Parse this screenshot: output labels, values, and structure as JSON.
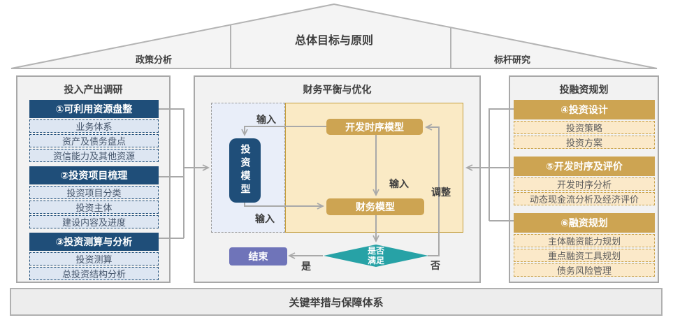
{
  "colors": {
    "dark_blue": "#1f4e79",
    "light_blue": "#dde6f2",
    "gold": "#cda452",
    "gold_border": "#c9a24a",
    "light_gold": "#fbe9c9",
    "cream": "#faeac5",
    "cream_border": "#c49d3c",
    "lavender": "#e9eef9",
    "lavender_border": "#9b9b9b",
    "teal": "#27a2a6",
    "purple": "#6f74b9",
    "gray_line": "#a9a9a9",
    "panel_fill": "#f2f2f2",
    "panel_border": "#a8a8a8",
    "roof_fill": "#f4f4f4",
    "roof_border": "#b3b3b3",
    "bar_fill": "#ededed",
    "bar_border": "#b0b0b0",
    "text_dark": "#3f3f3f"
  },
  "roof": {
    "title": "总体目标与原则",
    "left_label": "政策分析",
    "right_label": "标杆研究"
  },
  "left_panel": {
    "title": "投入产出调研",
    "groups": [
      {
        "header": "①可利用资源盘整",
        "items": [
          "业务体系",
          "资产及债务盘点",
          "资信能力及其他资源"
        ]
      },
      {
        "header": "②投资项目梳理",
        "items": [
          "投资项目分类",
          "投资主体",
          "建设内容及进度"
        ]
      },
      {
        "header": "③投资测算与分析",
        "items": [
          "投资测算",
          "总投资结构分析"
        ]
      }
    ]
  },
  "center_panel": {
    "title": "财务平衡与优化",
    "investment_model": "投资模型",
    "dev_model": "开发时序模型",
    "finance_model": "财务模型",
    "decision": "是否满足",
    "end_label": "结束",
    "labels": {
      "input_top": "输入",
      "input_bottom": "输入",
      "input_mid": "输入",
      "adjust": "调整",
      "yes": "是",
      "no": "否"
    }
  },
  "right_panel": {
    "title": "投融资规划",
    "groups": [
      {
        "header": "④投资设计",
        "items": [
          "投资策略",
          "投资方案"
        ]
      },
      {
        "header": "⑤开发时序及评价",
        "items": [
          "开发时序分析",
          "动态现金流分析及经济评价"
        ]
      },
      {
        "header": "⑥融资规划",
        "items": [
          "主体融资能力规划",
          "重点融资工具规划",
          "债务风险管理"
        ]
      }
    ]
  },
  "bottom_bar": {
    "title": "关键举措与保障体系"
  }
}
